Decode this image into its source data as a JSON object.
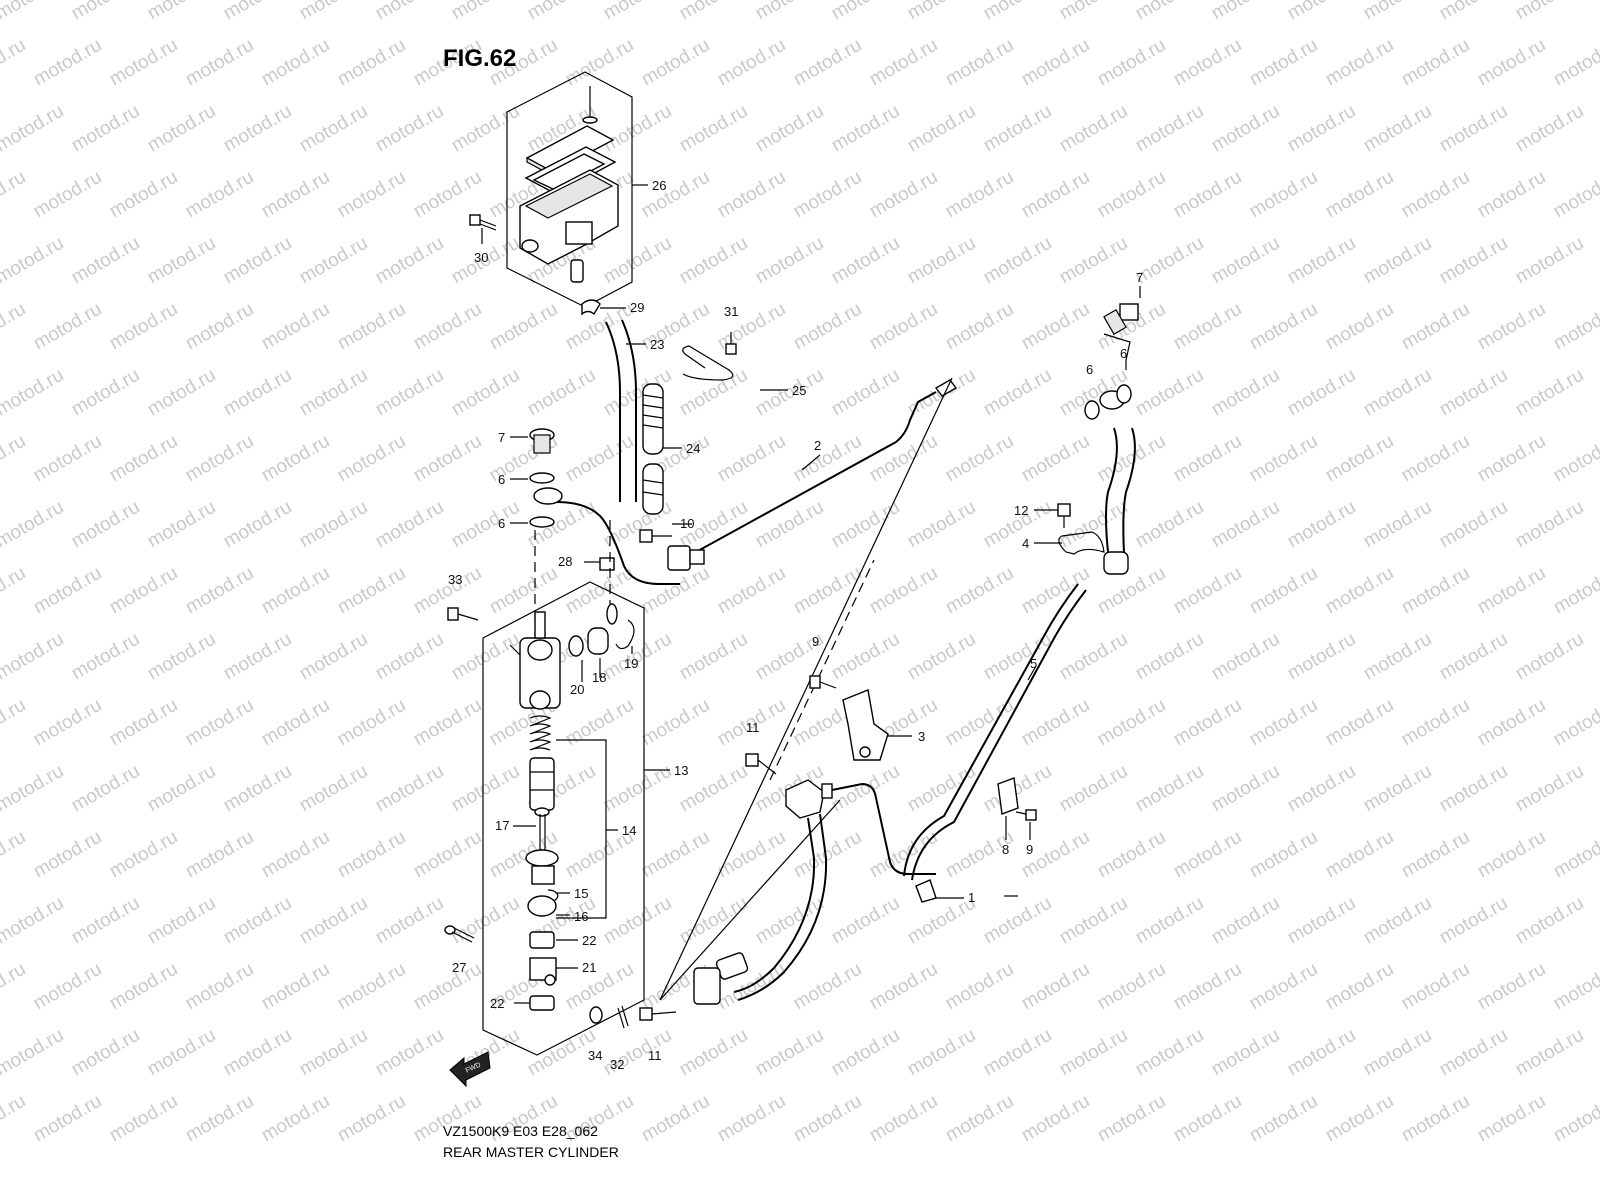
{
  "figure_label": "FIG.62",
  "watermark": "motod.ru",
  "fwd_badge": "FWD",
  "footer": {
    "model_code": "VZ1500K9 E03 E28_062",
    "title": "REAR MASTER CYLINDER"
  },
  "callouts": [
    {
      "id": "c26",
      "label": "26"
    },
    {
      "id": "c30",
      "label": "30"
    },
    {
      "id": "c29",
      "label": "29"
    },
    {
      "id": "c23",
      "label": "23"
    },
    {
      "id": "c31",
      "label": "31"
    },
    {
      "id": "c25",
      "label": "25"
    },
    {
      "id": "c24",
      "label": "24"
    },
    {
      "id": "c2",
      "label": "2"
    },
    {
      "id": "c7a",
      "label": "7"
    },
    {
      "id": "c6a",
      "label": "6"
    },
    {
      "id": "c6b",
      "label": "6"
    },
    {
      "id": "c10",
      "label": "10"
    },
    {
      "id": "c28",
      "label": "28"
    },
    {
      "id": "c33",
      "label": "33"
    },
    {
      "id": "c20",
      "label": "20"
    },
    {
      "id": "c18",
      "label": "18"
    },
    {
      "id": "c19",
      "label": "19"
    },
    {
      "id": "c13",
      "label": "13"
    },
    {
      "id": "c14",
      "label": "14"
    },
    {
      "id": "c17",
      "label": "17"
    },
    {
      "id": "c15",
      "label": "15"
    },
    {
      "id": "c16",
      "label": "16"
    },
    {
      "id": "c22a",
      "label": "22"
    },
    {
      "id": "c21",
      "label": "21"
    },
    {
      "id": "c22b",
      "label": "22"
    },
    {
      "id": "c27",
      "label": "27"
    },
    {
      "id": "c34",
      "label": "34"
    },
    {
      "id": "c32",
      "label": "32"
    },
    {
      "id": "c11a",
      "label": "11"
    },
    {
      "id": "c11b",
      "label": "11"
    },
    {
      "id": "c9a",
      "label": "9"
    },
    {
      "id": "c3",
      "label": "3"
    },
    {
      "id": "c1",
      "label": "1"
    },
    {
      "id": "c5",
      "label": "5"
    },
    {
      "id": "c8",
      "label": "8"
    },
    {
      "id": "c9b",
      "label": "9"
    },
    {
      "id": "c7b",
      "label": "7"
    },
    {
      "id": "c6c",
      "label": "6"
    },
    {
      "id": "c6d",
      "label": "6"
    },
    {
      "id": "c12",
      "label": "12"
    },
    {
      "id": "c4",
      "label": "4"
    }
  ]
}
